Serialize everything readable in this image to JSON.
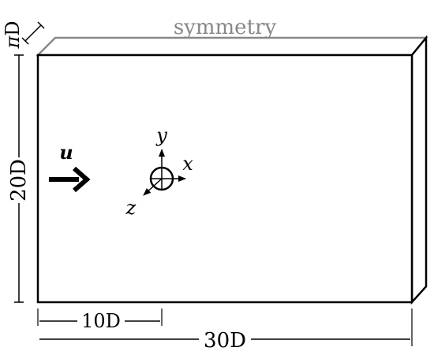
{
  "diagram": {
    "top_boundary_label": "symmetry",
    "span_label_pi": "π",
    "span_label_d": "D",
    "height_label": "20D",
    "upstream_length_label": "10D",
    "total_length_label": "30D",
    "flow_label": "u",
    "axis_x_label": "x",
    "axis_y_label": "y",
    "axis_z_label": "z"
  },
  "colors": {
    "outline": "#000000",
    "top_face": "#888888",
    "symmetry_text": "#888888"
  }
}
